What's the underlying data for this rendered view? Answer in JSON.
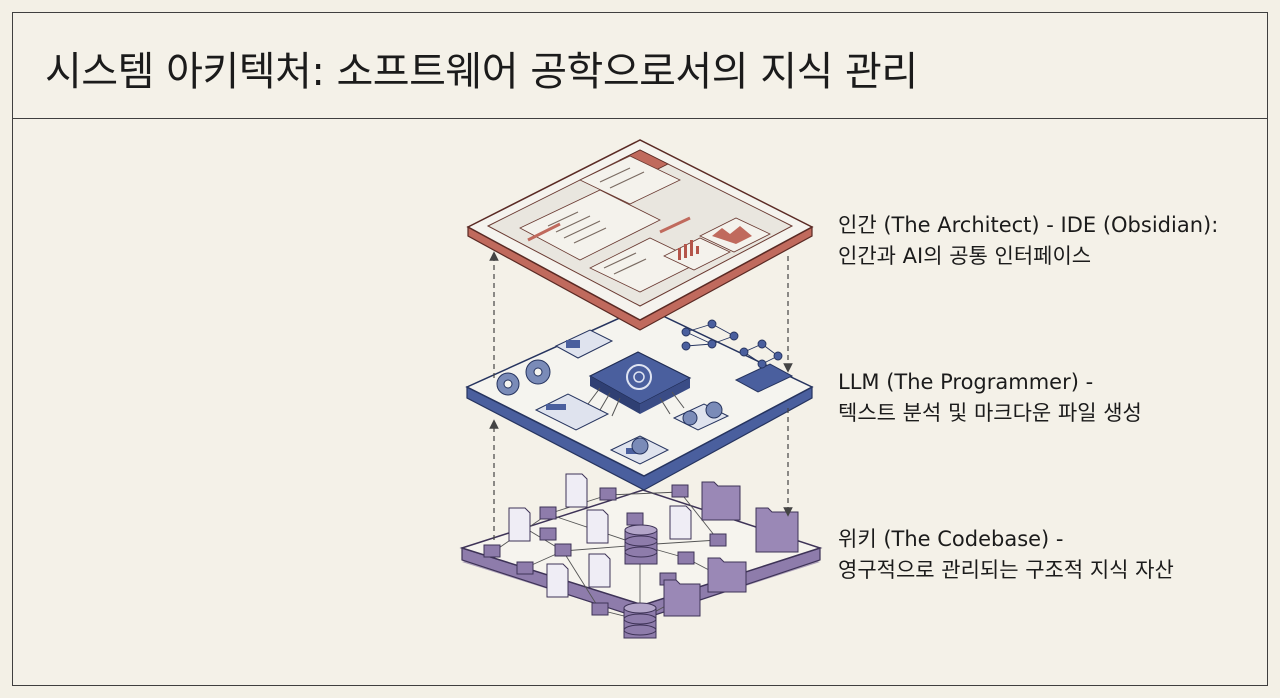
{
  "title": "시스템 아키텍처: 소프트웨어 공학으로서의 지식 관리",
  "layers": [
    {
      "id": "ide",
      "line1": "인간 (The Architect) - IDE (Obsidian):",
      "line2": "인간과 AI의 공통 인터페이스",
      "color": "#b4554a"
    },
    {
      "id": "llm",
      "line1": "LLM (The Programmer) -",
      "line2": "텍스트 분석 및 마크다운 파일 생성",
      "color": "#3f5596"
    },
    {
      "id": "wiki",
      "line1": "위키 (The Codebase) -",
      "line2": "영구적으로 관리되는 구조적 지식 자산",
      "color": "#6e5a8e"
    }
  ],
  "colors": {
    "background": "#f3f0e6",
    "ide_accent": "#b4554a",
    "llm_accent": "#3f5596",
    "wiki_accent": "#6e5a8e"
  },
  "icons": [
    "window-icon",
    "code-panel-icon",
    "bar-chart-icon",
    "area-chart-icon",
    "chip-icon",
    "gear-icon",
    "network-graph-icon",
    "document-icon",
    "folder-icon",
    "database-icon",
    "cube-node-icon"
  ]
}
